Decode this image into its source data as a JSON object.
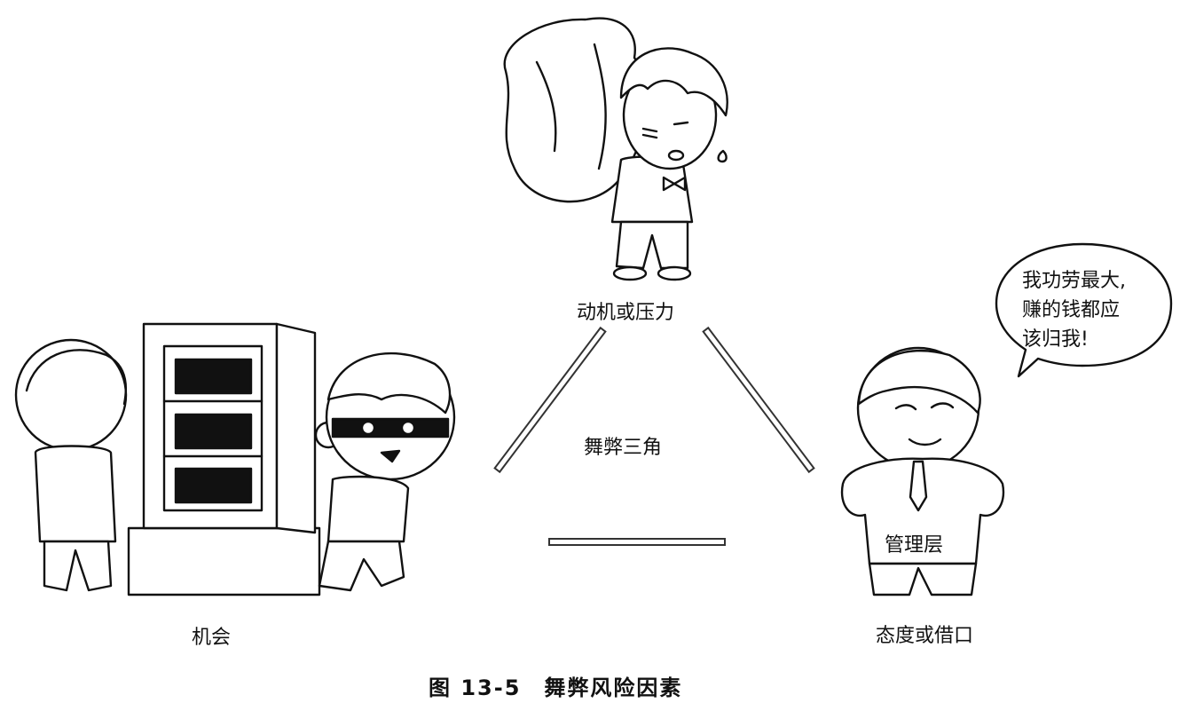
{
  "labels": {
    "pressure": "动机或压力",
    "center": "舞弊三角",
    "opportunity": "机会",
    "attitude": "态度或借口",
    "management": "管理层"
  },
  "speech_bubble": {
    "line1": "我功劳最大,",
    "line2": "赚的钱都应",
    "line3": "该归我!"
  },
  "caption": "图 13-5　舞弊风险因素"
}
